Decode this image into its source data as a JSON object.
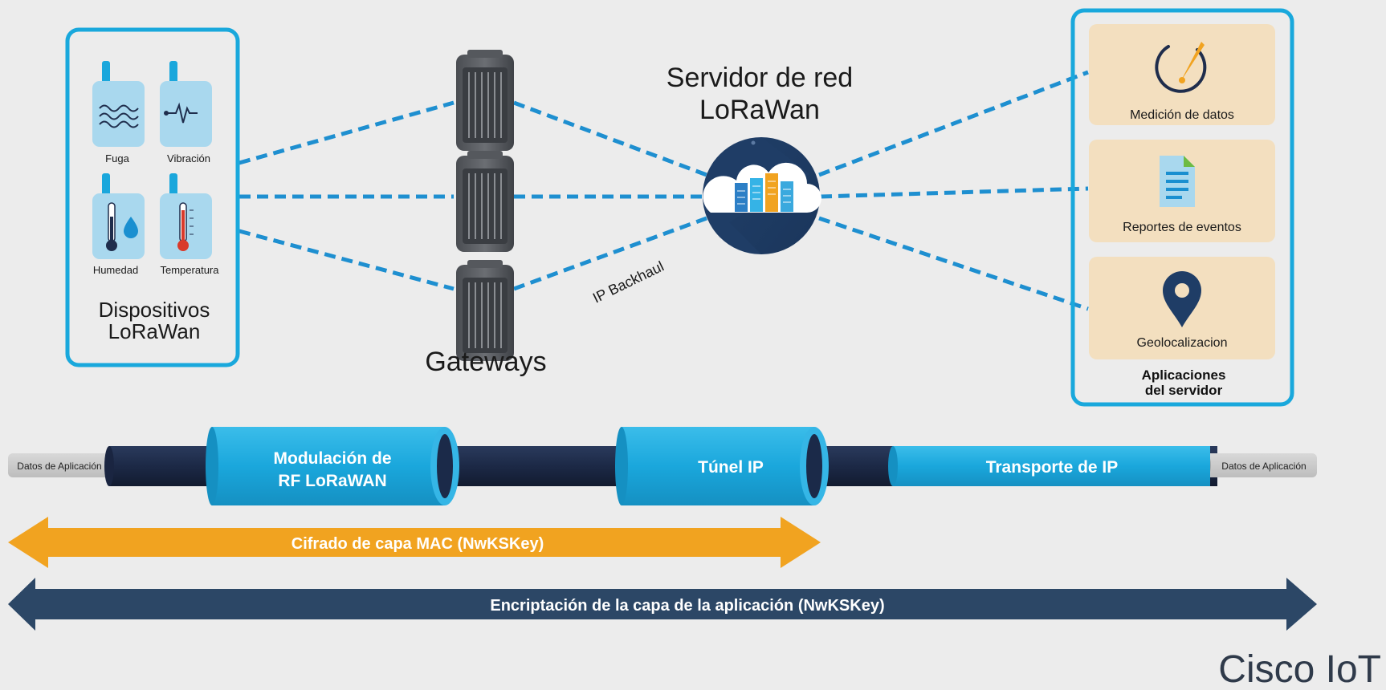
{
  "devices": {
    "items": [
      {
        "label": "Fuga",
        "icon": "water-waves-icon"
      },
      {
        "label": "Vibración",
        "icon": "vibration-pulse-icon"
      },
      {
        "label": "Humedad",
        "icon": "humidity-thermometer-icon"
      },
      {
        "label": "Temperatura",
        "icon": "temperature-thermometer-icon"
      }
    ],
    "title_line1": "Dispositivos",
    "title_line2": "LoRaWan"
  },
  "gateways": {
    "label": "Gateways",
    "count": 3,
    "icon": "gateway-device-icon"
  },
  "server": {
    "title_line1": "Servidor de red",
    "title_line2": "LoRaWan",
    "icon": "cloud-server-icon"
  },
  "backhaul": {
    "label": "IP Backhaul"
  },
  "apps": {
    "items": [
      {
        "label": "Medición de datos",
        "icon": "gauge-icon"
      },
      {
        "label": "Reportes de eventos",
        "icon": "document-icon"
      },
      {
        "label": "Geolocalizacion",
        "icon": "location-pin-icon"
      }
    ],
    "title_line1": "Aplicaciones",
    "title_line2": "del servidor"
  },
  "pipeline": {
    "left_end": "Datos de Aplicación",
    "right_end": "Datos de Aplicación",
    "segments": [
      {
        "line1": "Modulación de",
        "line2": "RF LoRaWAN"
      },
      {
        "line1": "Túnel IP"
      },
      {
        "line1": "Transporte de IP"
      }
    ]
  },
  "arrows": {
    "mac": "Cifrado de capa MAC  (NwKSKey)",
    "app": "Encriptación de la capa de la aplicación (NwKSKey)"
  },
  "brand": {
    "text": "Cisco IoT"
  },
  "colors": {
    "cyan": "#19a8dc",
    "navy": "#1f2d4c",
    "orange": "#f1a320",
    "dark_blue_arrow": "#2c4766",
    "app_tile": "#f3dfbf",
    "device_tile": "#a9d8ee",
    "dash": "#1e8fd0"
  }
}
